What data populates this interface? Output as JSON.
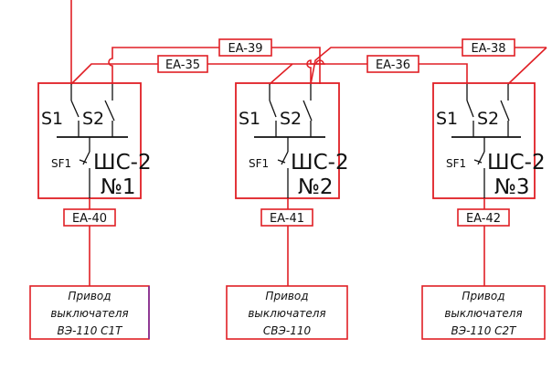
{
  "colors": {
    "wire": "#e01f25",
    "ink": "#111111",
    "drive_border_accent": "#7a2a9a"
  },
  "cabinets": [
    {
      "id": "shs2-1",
      "s1": "S1",
      "s2": "S2",
      "sf": "SF1",
      "name": "ШС-2",
      "number": "№1",
      "out_tag": "EA-40",
      "drive": [
        "Привод",
        "выключателя",
        "ВЭ-110 С1Т"
      ]
    },
    {
      "id": "shs2-2",
      "s1": "S1",
      "s2": "S2",
      "sf": "SF1",
      "name": "ШС-2",
      "number": "№2",
      "out_tag": "EA-41",
      "drive": [
        "Привод",
        "выключателя",
        "СВЭ-110"
      ]
    },
    {
      "id": "shs2-3",
      "s1": "S1",
      "s2": "S2",
      "sf": "SF1",
      "name": "ШС-2",
      "number": "№3",
      "out_tag": "EA-42",
      "drive": [
        "Привод",
        "выключателя",
        "ВЭ-110 С2Т"
      ]
    }
  ],
  "link_tags": {
    "ea35": "EA-35",
    "ea36": "EA-36",
    "ea38": "EA-38",
    "ea39": "EA-39"
  }
}
